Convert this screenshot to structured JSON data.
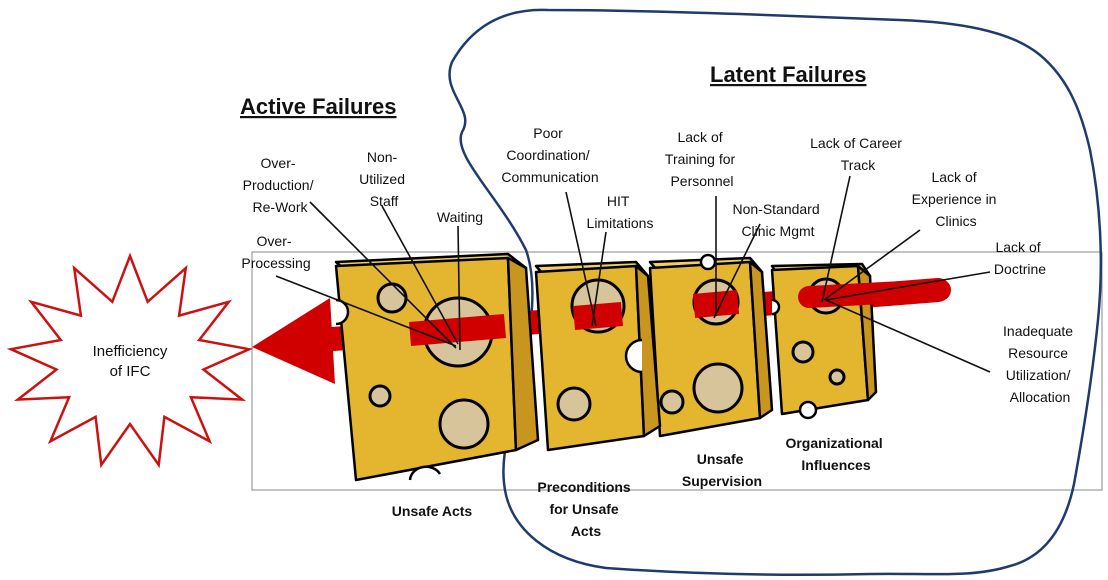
{
  "titles": {
    "active": "Active Failures",
    "latent": "Latent Failures"
  },
  "outcome": {
    "line1": "Inefficiency",
    "line2": "of IFC"
  },
  "active_labels": {
    "overproduction": [
      "Over-",
      "Production/",
      "Re-Work"
    ],
    "nonutilized": [
      "Non-",
      "Utilized",
      "Staff"
    ],
    "waiting": [
      "Waiting"
    ],
    "overprocessing": [
      "Over-",
      "Processing"
    ]
  },
  "latent_labels": {
    "poor_coord": [
      "Poor",
      "Coordination/",
      "Communication"
    ],
    "hit": [
      "HIT",
      "Limitations"
    ],
    "lack_training": [
      "Lack of",
      "Training for",
      "Personnel"
    ],
    "nonstandard": [
      "Non-Standard",
      "Clinic Mgmt"
    ],
    "career": [
      "Lack of Career",
      "Track"
    ],
    "experience": [
      "Lack of",
      "Experience in",
      "Clinics"
    ],
    "doctrine": [
      "Lack of",
      "Doctrine"
    ],
    "resource": [
      "Inadequate",
      "Resource",
      "Utilization/",
      "Allocation"
    ]
  },
  "layers": {
    "unsafe_acts": [
      "Unsafe Acts"
    ],
    "preconditions": [
      "Preconditions",
      "for Unsafe",
      "Acts"
    ],
    "supervision": [
      "Unsafe",
      "Supervision"
    ],
    "organizational": [
      "Organizational",
      "Influences"
    ]
  },
  "colors": {
    "cheese": "#e4b52f",
    "cheese_side": "#c8961f",
    "arrow": "#d10000",
    "starburst_outline": "#cc1111",
    "cloud_outline": "#1f3b6e"
  }
}
